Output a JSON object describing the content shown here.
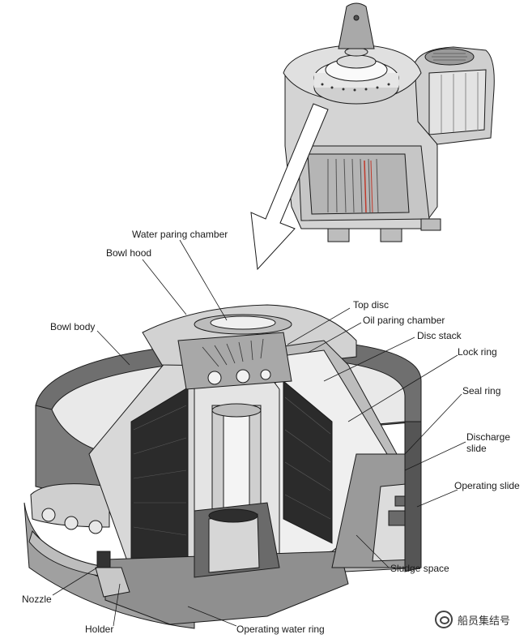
{
  "labels": {
    "water_paring_chamber": "Water paring chamber",
    "bowl_hood": "Bowl hood",
    "top_disc": "Top disc",
    "oil_paring_chamber": "Oil paring chamber",
    "disc_stack": "Disc stack",
    "lock_ring": "Lock ring",
    "bowl_body": "Bowl body",
    "seal_ring": "Seal ring",
    "discharge_slide_line1": "Discharge",
    "discharge_slide_line2": "slide",
    "operating_slide": "Operating slide",
    "sludge_space": "Sludge space",
    "nozzle": "Nozzle",
    "holder": "Holder",
    "operating_water_ring": "Operating water ring"
  },
  "watermark": {
    "text": "船员集结号",
    "icon": "wechat-icon"
  },
  "colors": {
    "stroke": "#1a1a1a",
    "metal_light": "#d9d9d9",
    "metal_mid": "#b8b8b8",
    "metal_dark": "#7a7a7a",
    "disc_stack": "#2b2b2b",
    "accent_red": "#c0392b"
  }
}
